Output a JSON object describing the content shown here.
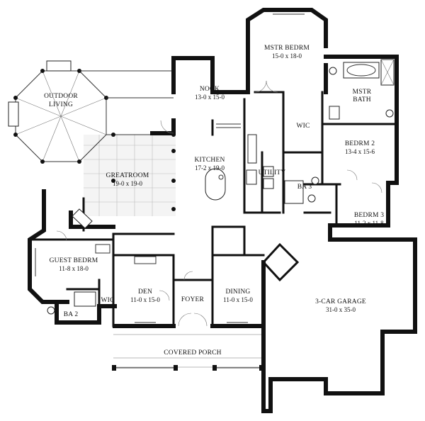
{
  "rooms": [
    {
      "id": "mstr-bedrm",
      "name": "MSTR BEDRM",
      "dims": "15-0 x 18-0"
    },
    {
      "id": "mstr-bath",
      "name": "MSTR",
      "dims": "BATH"
    },
    {
      "id": "outdoor-living",
      "name": "OUTDOOR",
      "dims": "LIVING"
    },
    {
      "id": "nook",
      "name": "NOOK",
      "dims": "13-0 x 15-0"
    },
    {
      "id": "wic-master",
      "name": "WIC",
      "dims": ""
    },
    {
      "id": "bedrm2",
      "name": "BEDRM 2",
      "dims": "13-4 x 15-6"
    },
    {
      "id": "kitchen",
      "name": "KITCHEN",
      "dims": "17-2 x 19-0"
    },
    {
      "id": "greatroom",
      "name": "GREATROOM",
      "dims": "19-0 x 19-0"
    },
    {
      "id": "utility",
      "name": "UTILITY",
      "dims": ""
    },
    {
      "id": "ba3",
      "name": "BA 3",
      "dims": ""
    },
    {
      "id": "bedrm3",
      "name": "BEDRM 3",
      "dims": "11-2 x 11-8"
    },
    {
      "id": "guest-bedrm",
      "name": "GUEST BEDRM",
      "dims": "11-8 x 18-0"
    },
    {
      "id": "den",
      "name": "DEN",
      "dims": "11-0 x 15-0"
    },
    {
      "id": "foyer",
      "name": "FOYER",
      "dims": ""
    },
    {
      "id": "dining",
      "name": "DINING",
      "dims": "11-0 x 15-0"
    },
    {
      "id": "garage",
      "name": "3-CAR GARAGE",
      "dims": "31-0 x 35-0"
    },
    {
      "id": "wic-guest",
      "name": "WIC",
      "dims": ""
    },
    {
      "id": "ba2",
      "name": "BA 2",
      "dims": ""
    },
    {
      "id": "covered-porch",
      "name": "COVERED PORCH",
      "dims": ""
    }
  ]
}
